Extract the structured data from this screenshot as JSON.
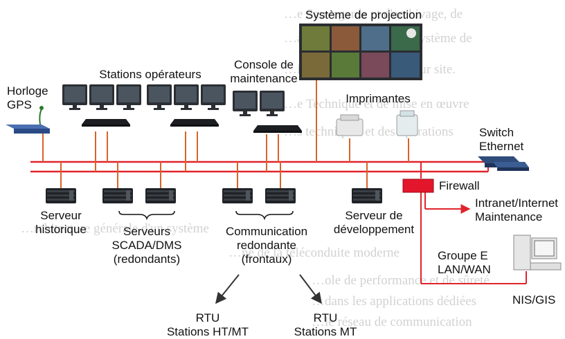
{
  "background_text": [
    "…e Sauvegarde et d'archivage, de",
    "…à la modernisation du système de",
    "…intégration et les tests sur site.",
    "…e Technique et de mise en œuvre",
    "…s techniques et des opérations",
    "…ne de la téléconduite moderne",
    "…rchitecture générale d'un système",
    "…ole de performance et de sûreté",
    "…dans les applications dédiées",
    "…le réseau de communication"
  ],
  "labels": {
    "projection": "Système de projection",
    "operators": "Stations opérateurs",
    "console_line1": "Console de",
    "console_line2": "maintenance",
    "gps_line1": "Horloge",
    "gps_line2": "GPS",
    "printers": "Imprimantes",
    "switch_line1": "Switch",
    "switch_line2": "Ethernet",
    "firewall": "Firewall",
    "intranet_line1": "Intranet/Internet",
    "intranet_line2": "Maintenance",
    "hist_line1": "Serveur",
    "hist_line2": "historique",
    "scada_line1": "Serveurs",
    "scada_line2": "SCADA/DMS",
    "scada_line3": "(redondants)",
    "comm_line1": "Communication",
    "comm_line2": "redondante",
    "comm_line3": "(frontaux)",
    "dev_line1": "Serveur de",
    "dev_line2": "développement",
    "groupe_line1": "Groupe E",
    "groupe_line2": "LAN/WAN",
    "nis": "NIS/GIS",
    "rtu_ht_line1": "RTU",
    "rtu_ht_line2": "Stations HT/MT",
    "rtu_mt_line1": "RTU",
    "rtu_mt_line2": "Stations MT"
  },
  "colors": {
    "bus": "#e0242a",
    "drop": "#d6642a",
    "firewall": "#e3162c",
    "arrow_dark": "#333333"
  }
}
